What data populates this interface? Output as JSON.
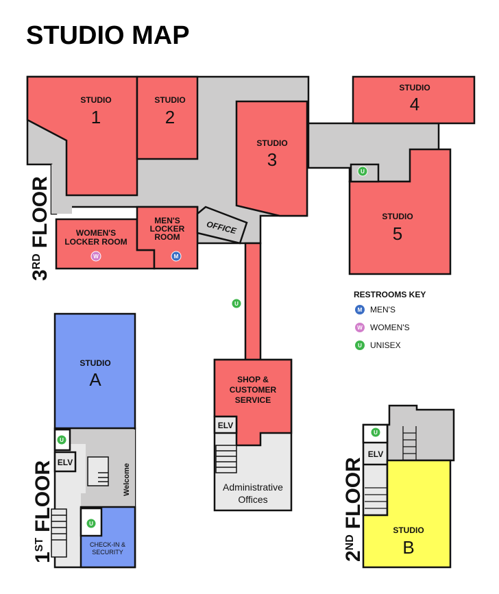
{
  "title": "STUDIO MAP",
  "colors": {
    "studio_red": "#F76C6C",
    "studio_blue": "#7B9BF4",
    "studio_yellow": "#FFFF5A",
    "corridor": "#CDCCCC",
    "light": "#E9E9E9",
    "unisex": "#3DB54A",
    "mens": "#3B6EC4",
    "womens": "#D27FCB"
  },
  "floors": {
    "third": {
      "num": "3",
      "sup": "RD",
      "word": "FLOOR"
    },
    "second": {
      "num": "2",
      "sup": "ND",
      "word": "FLOOR"
    },
    "first": {
      "num": "1",
      "sup": "ST",
      "word": "FLOOR"
    }
  },
  "rooms": {
    "studio_word": "STUDIO",
    "s1": "1",
    "s2": "2",
    "s3": "3",
    "s4": "4",
    "s5": "5",
    "sa": "A",
    "sb": "B",
    "womens_locker_1": "WOMEN'S",
    "womens_locker_2": "LOCKER ROOM",
    "mens_locker_1": "MEN'S",
    "mens_locker_2": "LOCKER",
    "mens_locker_3": "ROOM",
    "office": "OFFICE",
    "shop_1": "SHOP &",
    "shop_2": "CUSTOMER",
    "shop_3": "SERVICE",
    "elv": "ELV",
    "admin_1": "Administrative",
    "admin_2": "Offices",
    "welcome": "Welcome",
    "checkin_1": "CHECK-IN &",
    "checkin_2": "SECURITY"
  },
  "restroom_icons": {
    "mens": "M",
    "womens": "W",
    "unisex": "U"
  },
  "key": {
    "title": "RESTROOMS KEY",
    "items": [
      {
        "icon": "M",
        "label": "MEN'S"
      },
      {
        "icon": "W",
        "label": "WOMEN'S"
      },
      {
        "icon": "U",
        "label": "UNISEX"
      }
    ]
  }
}
